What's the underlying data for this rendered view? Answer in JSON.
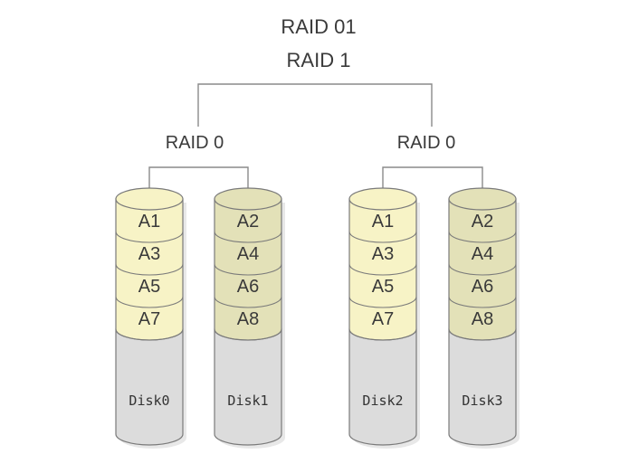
{
  "title_line1": "RAID 01",
  "title_line2": "RAID 1",
  "groups": [
    {
      "label": "RAID 0"
    },
    {
      "label": "RAID 0"
    }
  ],
  "disks": [
    {
      "name": "Disk0",
      "blocks": [
        "A1",
        "A3",
        "A5",
        "A7"
      ],
      "fill": "#f7f3c6"
    },
    {
      "name": "Disk1",
      "blocks": [
        "A2",
        "A4",
        "A6",
        "A8"
      ],
      "fill": "#e3e1b8"
    },
    {
      "name": "Disk2",
      "blocks": [
        "A1",
        "A3",
        "A5",
        "A7"
      ],
      "fill": "#f7f3c6"
    },
    {
      "name": "Disk3",
      "blocks": [
        "A2",
        "A4",
        "A6",
        "A8"
      ],
      "fill": "#e3e1b8"
    }
  ],
  "colors": {
    "disk_body": "#dcdcdc",
    "outline": "#7a7a7a",
    "wire": "#8a8a8a",
    "text": "#3a3a3a"
  }
}
